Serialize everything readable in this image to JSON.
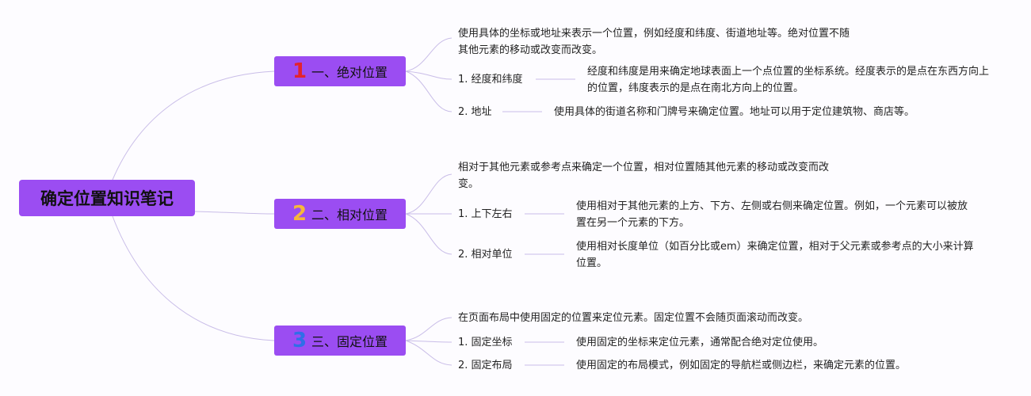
{
  "root": {
    "label": "确定位置知识笔记"
  },
  "branches": [
    {
      "number": "1",
      "label": "一、绝对位置",
      "description": "使用具体的坐标或地址来表示一个位置，例如经度和纬度、街道地址等。绝对位置不随其他元素的移动或改变而改变。",
      "items": [
        {
          "label": "1. 经度和纬度",
          "detail": "经度和纬度是用来确定地球表面上一个点位置的坐标系统。经度表示的是点在东西方向上的位置，纬度表示的是点在南北方向上的位置。"
        },
        {
          "label": "2. 地址",
          "detail": "使用具体的街道名称和门牌号来确定位置。地址可以用于定位建筑物、商店等。"
        }
      ]
    },
    {
      "number": "2",
      "label": "二、相对位置",
      "description": "相对于其他元素或参考点来确定一个位置，相对位置随其他元素的移动或改变而改变。",
      "items": [
        {
          "label": "1. 上下左右",
          "detail": "使用相对于其他元素的上方、下方、左侧或右侧来确定位置。例如，一个元素可以被放置在另一个元素的下方。"
        },
        {
          "label": "2. 相对单位",
          "detail": "使用相对长度单位（如百分比或em）来确定位置，相对于父元素或参考点的大小来计算位置。"
        }
      ]
    },
    {
      "number": "3",
      "label": "三、固定位置",
      "description": "在页面布局中使用固定的位置来定位元素。固定位置不会随页面滚动而改变。",
      "items": [
        {
          "label": "1. 固定坐标",
          "detail": "使用固定的坐标来定位元素，通常配合绝对定位使用。"
        },
        {
          "label": "2. 固定布局",
          "detail": "使用固定的布局模式，例如固定的导航栏或侧边栏，来确定元素的位置。"
        }
      ]
    }
  ],
  "colors": {
    "node_fill": "#9b4df2",
    "connector": "#c9bde8"
  }
}
